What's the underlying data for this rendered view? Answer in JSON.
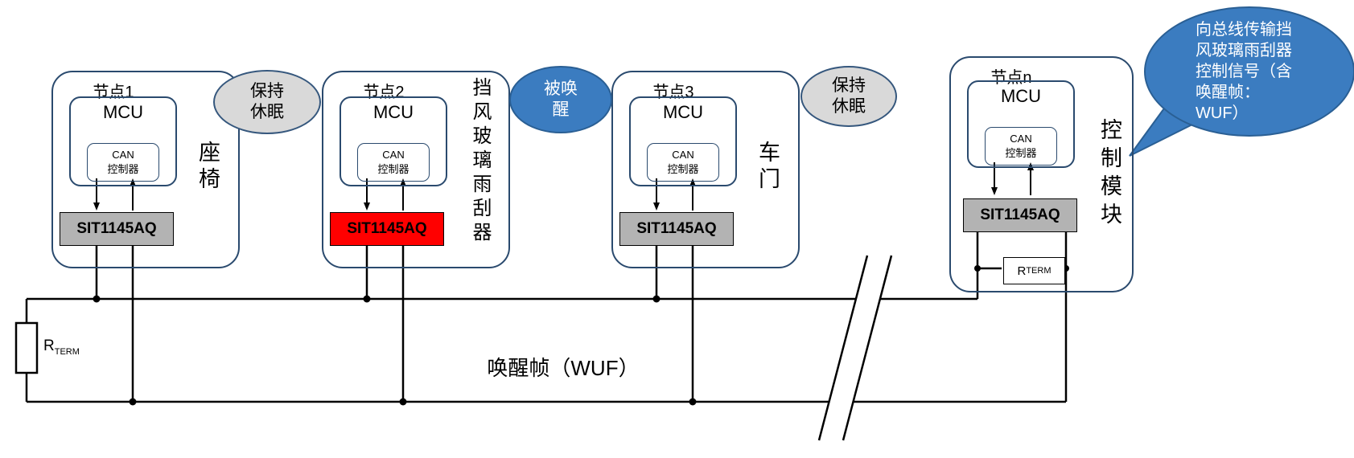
{
  "nodes": [
    {
      "title": "节点1",
      "mcu": "MCU",
      "can_line1": "CAN",
      "can_line2": "控制器",
      "transceiver": "SIT1145AQ",
      "side_label": "座椅"
    },
    {
      "title": "节点2",
      "mcu": "MCU",
      "can_line1": "CAN",
      "can_line2": "控制器",
      "transceiver": "SIT1145AQ",
      "side_label": "挡风玻璃雨刮器"
    },
    {
      "title": "节点3",
      "mcu": "MCU",
      "can_line1": "CAN",
      "can_line2": "控制器",
      "transceiver": "SIT1145AQ",
      "side_label": "车门"
    },
    {
      "title": "节点n",
      "mcu": "MCU",
      "can_line1": "CAN",
      "can_line2": "控制器",
      "transceiver": "SIT1145AQ",
      "side_label": "控制模块"
    }
  ],
  "bubbles": [
    {
      "text": "保持休眠",
      "style": "gray"
    },
    {
      "text": "被唤醒",
      "style": "blue"
    },
    {
      "text": "保持休眠",
      "style": "gray"
    },
    {
      "text": "向总线传输挡风玻璃雨刮器控制信号（含唤醒帧：WUF）",
      "style": "blue-callout"
    }
  ],
  "bus": {
    "wakeup_label": "唤醒帧（WUF）"
  },
  "terminators": {
    "left": {
      "r": "R",
      "sub": "TERM"
    },
    "node_n": {
      "r": "R",
      "sub": "TERM"
    }
  },
  "colors": {
    "node_border": "#2a4a6e",
    "wire": "#000000",
    "sit_gray": "#b3b3b3",
    "sit_red": "#ff0000",
    "bubble_gray": "#d9d9d9",
    "bubble_blue": "#3b7cc0",
    "background": "#ffffff"
  }
}
